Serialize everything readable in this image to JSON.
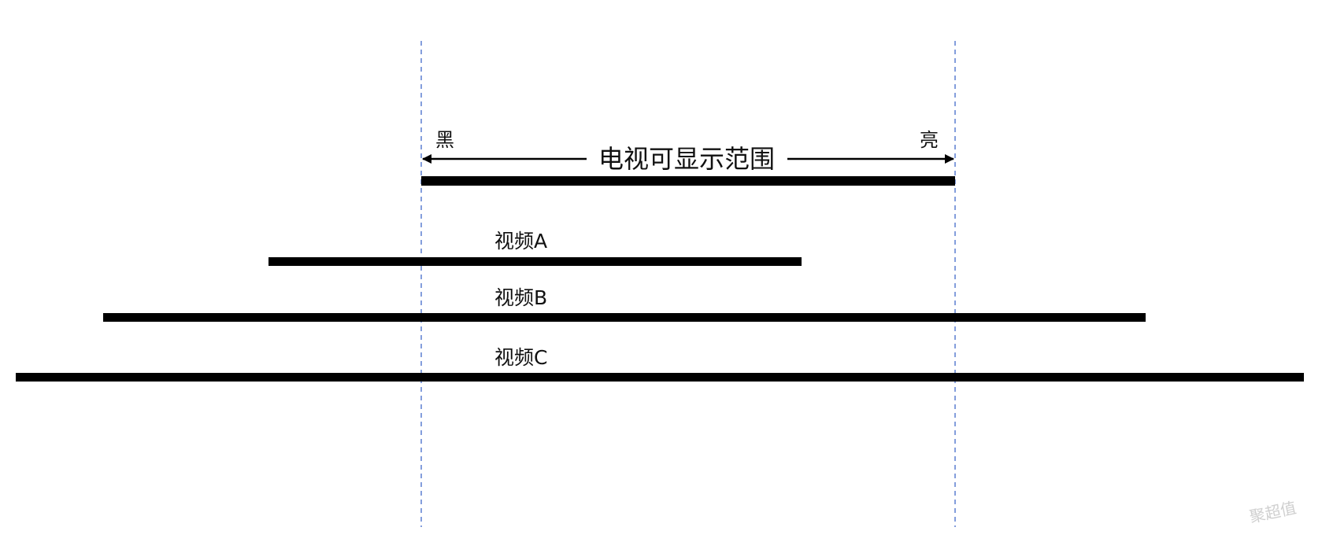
{
  "colors": {
    "bar": "#000000",
    "guide": "#5b7fd0",
    "text": "#111111",
    "watermark": "#cfcfcf"
  },
  "range": {
    "title": "电视可显示范围",
    "dark_label": "黑",
    "bright_label": "亮"
  },
  "videos": [
    {
      "label": "视频A"
    },
    {
      "label": "视频B"
    },
    {
      "label": "视频C"
    }
  ],
  "watermark": "聚超值"
}
